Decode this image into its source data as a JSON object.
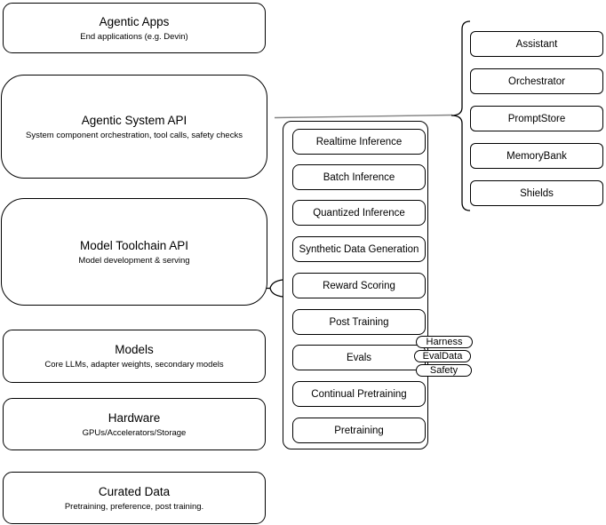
{
  "diagram": {
    "left_stack": [
      {
        "title": "Agentic Apps",
        "subtitle": "End applications (e.g. Devin)"
      },
      {
        "title": "Agentic System API",
        "subtitle": "System component orchestration, tool calls, safety checks"
      },
      {
        "title": "Model Toolchain API",
        "subtitle": "Model development & serving"
      },
      {
        "title": "Models",
        "subtitle": "Core LLMs, adapter weights, secondary models"
      },
      {
        "title": "Hardware",
        "subtitle": "GPUs/Accelerators/Storage"
      },
      {
        "title": "Curated Data",
        "subtitle": "Pretraining, preference, post training."
      }
    ],
    "toolchain_items": [
      "Realtime Inference",
      "Batch Inference",
      "Quantized Inference",
      "Synthetic Data Generation",
      "Reward Scoring",
      "Post Training",
      "Evals",
      "Continual Pretraining",
      "Pretraining"
    ],
    "eval_tags": [
      "Harness",
      "EvalData",
      "Safety"
    ],
    "system_components": [
      "Assistant",
      "Orchestrator",
      "PromptStore",
      "MemoryBank",
      "Shields"
    ],
    "colors": {
      "stroke": "#000000",
      "connector": "#848484",
      "fill": "#ffffff"
    }
  }
}
